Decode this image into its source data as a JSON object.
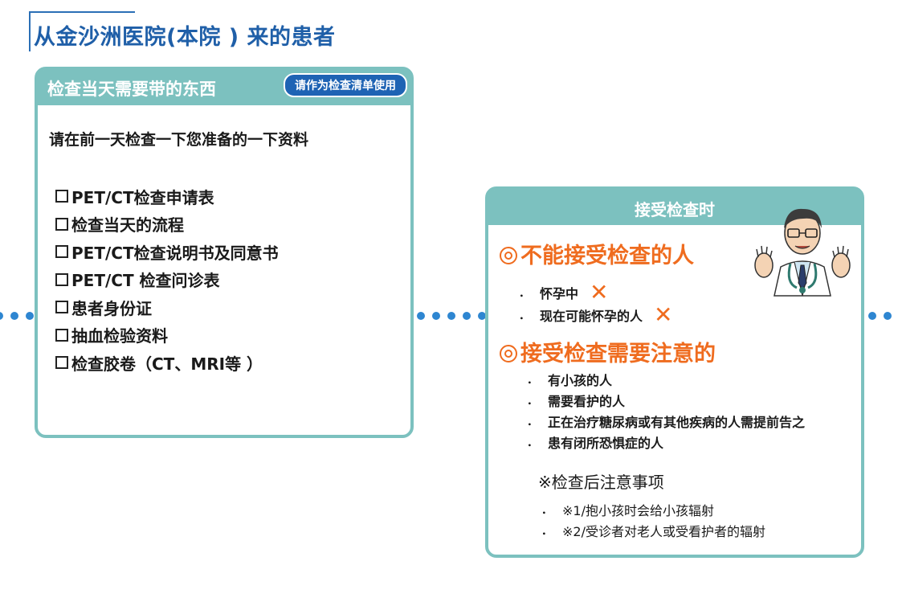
{
  "page_title": "从金沙洲医院(本院 ) 来的患者",
  "left_card": {
    "header": "检查当天需要带的东西",
    "badge": "请作为检查清单使用",
    "instruction": "请在前一天检查一下您准备的一下资料",
    "items": [
      "PET/CT检查申请表",
      "检查当天的流程",
      "PET/CT检查说明书及同意书",
      "PET/CT 检查问诊表",
      "患者身份证",
      "抽血检验资料",
      "检查胶卷（CT、MRI等 ）"
    ]
  },
  "right_card": {
    "header": "接受检查时",
    "section1": {
      "title": "不能接受检查的人",
      "items": [
        "怀孕中",
        "现在可能怀孕的人"
      ]
    },
    "section2": {
      "title": "接受检查需要注意的",
      "items": [
        "有小孩的人",
        "需要看护的人",
        "正在治疗糖尿病或有其他疾病的人需提前告之",
        "患有闭所恐惧症的人"
      ]
    },
    "notes": {
      "title": "※检查后注意事项",
      "items": [
        "※1/抱小孩时会给小孩辐射",
        "※2/受诊者对老人或受看护者的辐射"
      ]
    },
    "bullet": "．",
    "x_mark": "✕"
  },
  "colors": {
    "title_blue": "#1f5fa8",
    "teal": "#7cc1bf",
    "badge_blue": "#1e63b4",
    "orange": "#ef6c1f",
    "dot_blue": "#2e86d1"
  },
  "icons": [
    "checkbox-icon",
    "double-circle-icon",
    "x-mark-icon",
    "doctor-illustration"
  ]
}
